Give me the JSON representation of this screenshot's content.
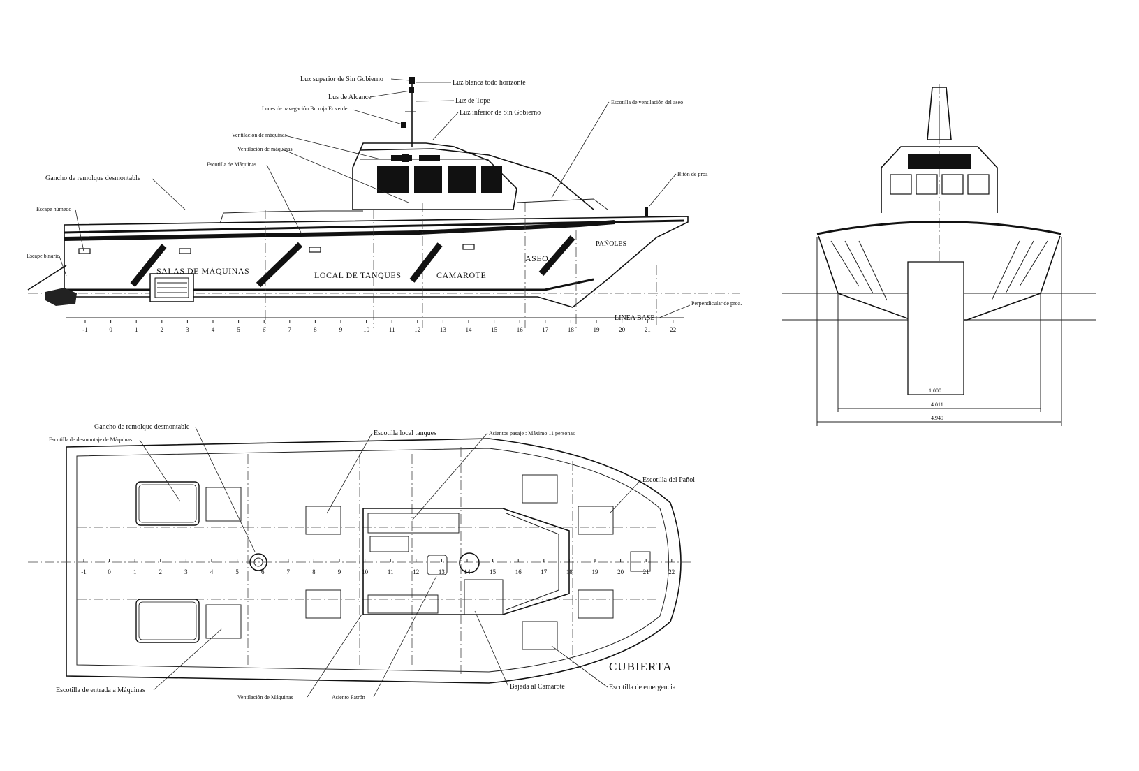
{
  "side_view": {
    "labels": {
      "luz_superior": "Luz superior de Sin Gobierno",
      "luz_blanca": "Luz blanca todo horizonte",
      "luz_alcance": "Lus de Alcance",
      "luz_tope": "Luz de Tope",
      "luces_navegacion": "Luces de navegación Br. roja Er verde",
      "luz_inferior": "Luz inferior de Sin Gobierno",
      "escotilla_ventilacion_aseo": "Escotilla de ventilación del aseo",
      "ventilacion_maquinas_1": "Ventilación de máquinas",
      "ventilacion_maquinas_2": "Ventilación de máquinas",
      "escotilla_maquinas": "Escotilla de Máquinas",
      "gancho": "Gancho de remolque desmontable",
      "biton": "Bitón de proa",
      "escape_humedo": "Escape húmedo",
      "escape_binario": "Escape binario",
      "panoles": "PAÑOLES",
      "aseo": "ASEO",
      "salas": "SALAS DE MÁQUINAS",
      "local_tanques": "LOCAL DE TANQUES",
      "camarote": "CAMAROTE",
      "linea_base": "LINEA BASE",
      "perpendicular": "Perpendicular de proa."
    },
    "frames": [
      "-1",
      "0",
      "1",
      "2",
      "3",
      "4",
      "5",
      "6",
      "7",
      "8",
      "9",
      "10",
      "11",
      "12",
      "13",
      "14",
      "15",
      "16",
      "17",
      "18",
      "19",
      "20",
      "21",
      "22"
    ]
  },
  "front_view": {
    "dim_keel": "1.000",
    "dim_chine": "4.011",
    "dim_beam": "4.949"
  },
  "deck_view": {
    "title": "CUBIERTA",
    "labels": {
      "gancho": "Gancho de remolque desmontable",
      "escotilla_desmontaje": "Escotilla de desmontaje de Máquinas",
      "escotilla_tanques": "Escotilla local tanques",
      "asientos": "Asientos pasaje : Máximo 11 personas",
      "escotilla_panol": "Escotilla del Pañol",
      "escotilla_entrada": "Escotilla de entrada a Máquinas",
      "ventilacion": "Ventilación de Máquinas",
      "asiento_patron": "Asiento Patrón",
      "bajada": "Bajada al Camarote",
      "escotilla_emergencia": "Escotilla de emergencia"
    },
    "frames": [
      "-1",
      "0",
      "1",
      "2",
      "3",
      "4",
      "5",
      "6",
      "7",
      "8",
      "9",
      "10",
      "11",
      "12",
      "13",
      "14",
      "15",
      "16",
      "17",
      "18",
      "19",
      "20",
      "21",
      "22"
    ]
  }
}
